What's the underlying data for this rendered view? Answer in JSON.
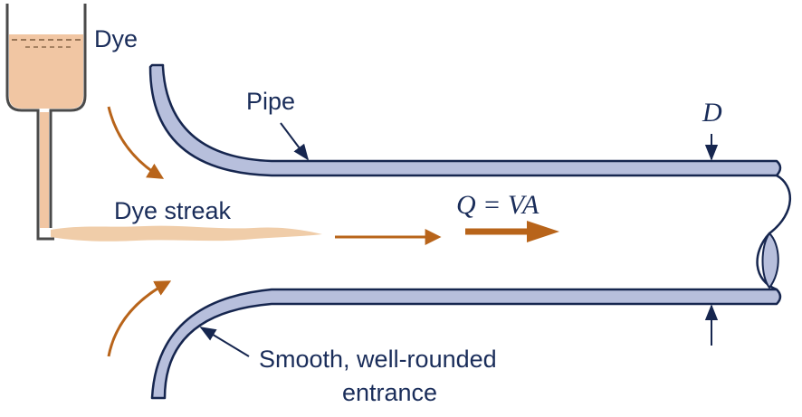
{
  "labels": {
    "dye": "Dye",
    "pipe": "Pipe",
    "diameter": "D",
    "dye_streak": "Dye streak",
    "flow_equation": "Q = VA",
    "entrance_line1": "Smooth, well-rounded",
    "entrance_line2": "entrance"
  },
  "colors": {
    "pipe_fill": "#b7bfdc",
    "pipe_outline": "#16264f",
    "dye_fill": "#f1c6a3",
    "dye_streak": "#f0cda9",
    "flow_arrow": "#b8641a",
    "label_text": "#1a2d5a"
  }
}
